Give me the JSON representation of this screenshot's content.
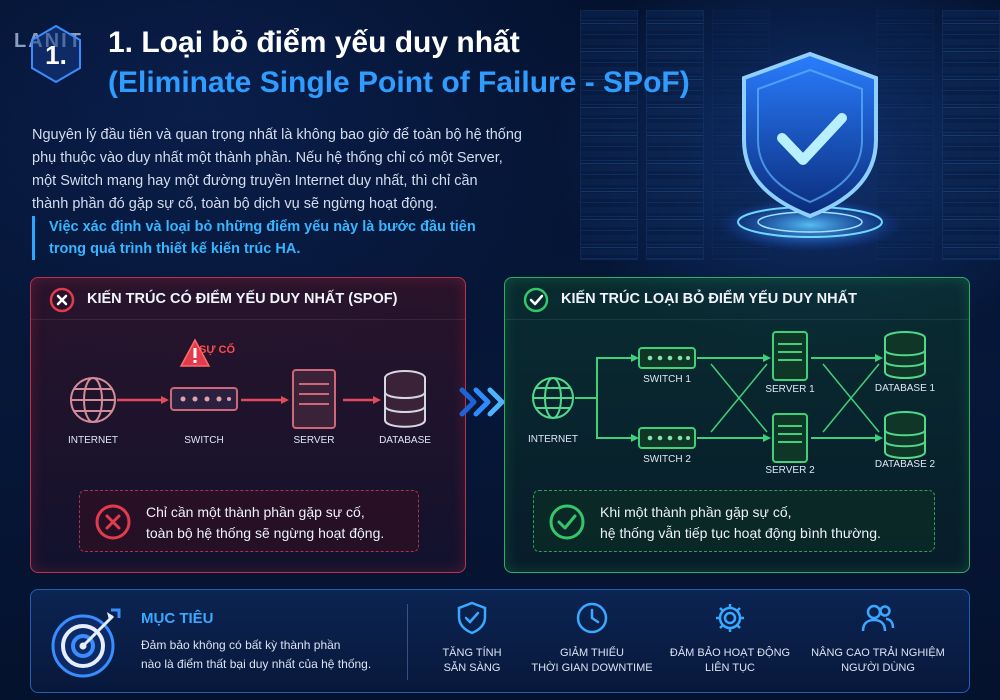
{
  "brand": {
    "logo_text": "LANIT"
  },
  "header": {
    "badge_number": "1.",
    "title_line1": "1. Loại bỏ điểm yếu duy nhất",
    "title_line2": "(Eliminate Single Point of Failure - SPoF)"
  },
  "intro": {
    "lines": [
      "Nguyên lý đầu tiên và quan trọng nhất là không bao giờ để toàn bộ hệ thống",
      "phụ thuộc vào duy nhất một thành phần. Nếu hệ thống chỉ có một Server,",
      "một Switch mạng hay một đường truyền Internet duy nhất, thì chỉ cần",
      "thành phần đó gặp sự cố, toàn bộ dịch vụ sẽ ngừng hoạt động."
    ],
    "callout_line1": "Việc xác định và loại bỏ những điểm yếu này là bước đầu tiên",
    "callout_line2": "trong quá trình thiết kế kiến trúc HA."
  },
  "spof_panel": {
    "title": "KIẾN TRÚC CÓ ĐIỂM YẾU DUY NHẤT (SPOF)",
    "failure_label": "SỰ CỐ",
    "nodes": {
      "internet": "INTERNET",
      "switch": "SWITCH",
      "server": "SERVER",
      "database": "DATABASE"
    },
    "note_line1": "Chỉ cần một thành phần gặp sự cố,",
    "note_line2": "toàn bộ hệ thống sẽ ngừng hoạt động."
  },
  "ha_panel": {
    "title": "KIẾN TRÚC LOẠI BỎ ĐIỂM YẾU DUY NHẤT",
    "nodes": {
      "internet": "INTERNET",
      "switch1": "SWITCH 1",
      "switch2": "SWITCH 2",
      "server1": "SERVER 1",
      "server2": "SERVER 2",
      "database1": "DATABASE 1",
      "database2": "DATABASE 2"
    },
    "note_line1": "Khi một thành phần gặp sự cố,",
    "note_line2": "hệ thống vẫn tiếp tục hoạt động bình thường."
  },
  "goal": {
    "title": "MỤC TIÊU",
    "desc_line1": "Đảm bảo không có bất kỳ thành phần",
    "desc_line2": "nào là điểm thất bại duy nhất của hệ thống.",
    "benefits": [
      {
        "icon": "shield-check-icon",
        "line1": "TĂNG TÍNH",
        "line2": "SẴN SÀNG"
      },
      {
        "icon": "clock-icon",
        "line1": "GIẢM THIỂU",
        "line2": "THỜI GIAN DOWNTIME"
      },
      {
        "icon": "gear-icon",
        "line1": "ĐẢM BẢO HOẠT ĐỘNG",
        "line2": "LIÊN TỤC"
      },
      {
        "icon": "users-icon",
        "line1": "NÂNG CAO TRẢI NGHIỆM",
        "line2": "NGƯỜI DÙNG"
      }
    ]
  },
  "colors": {
    "accent_blue": "#2f9cff",
    "danger_red": "#e23b4e",
    "success_green": "#34c66b",
    "background": "#061739"
  }
}
